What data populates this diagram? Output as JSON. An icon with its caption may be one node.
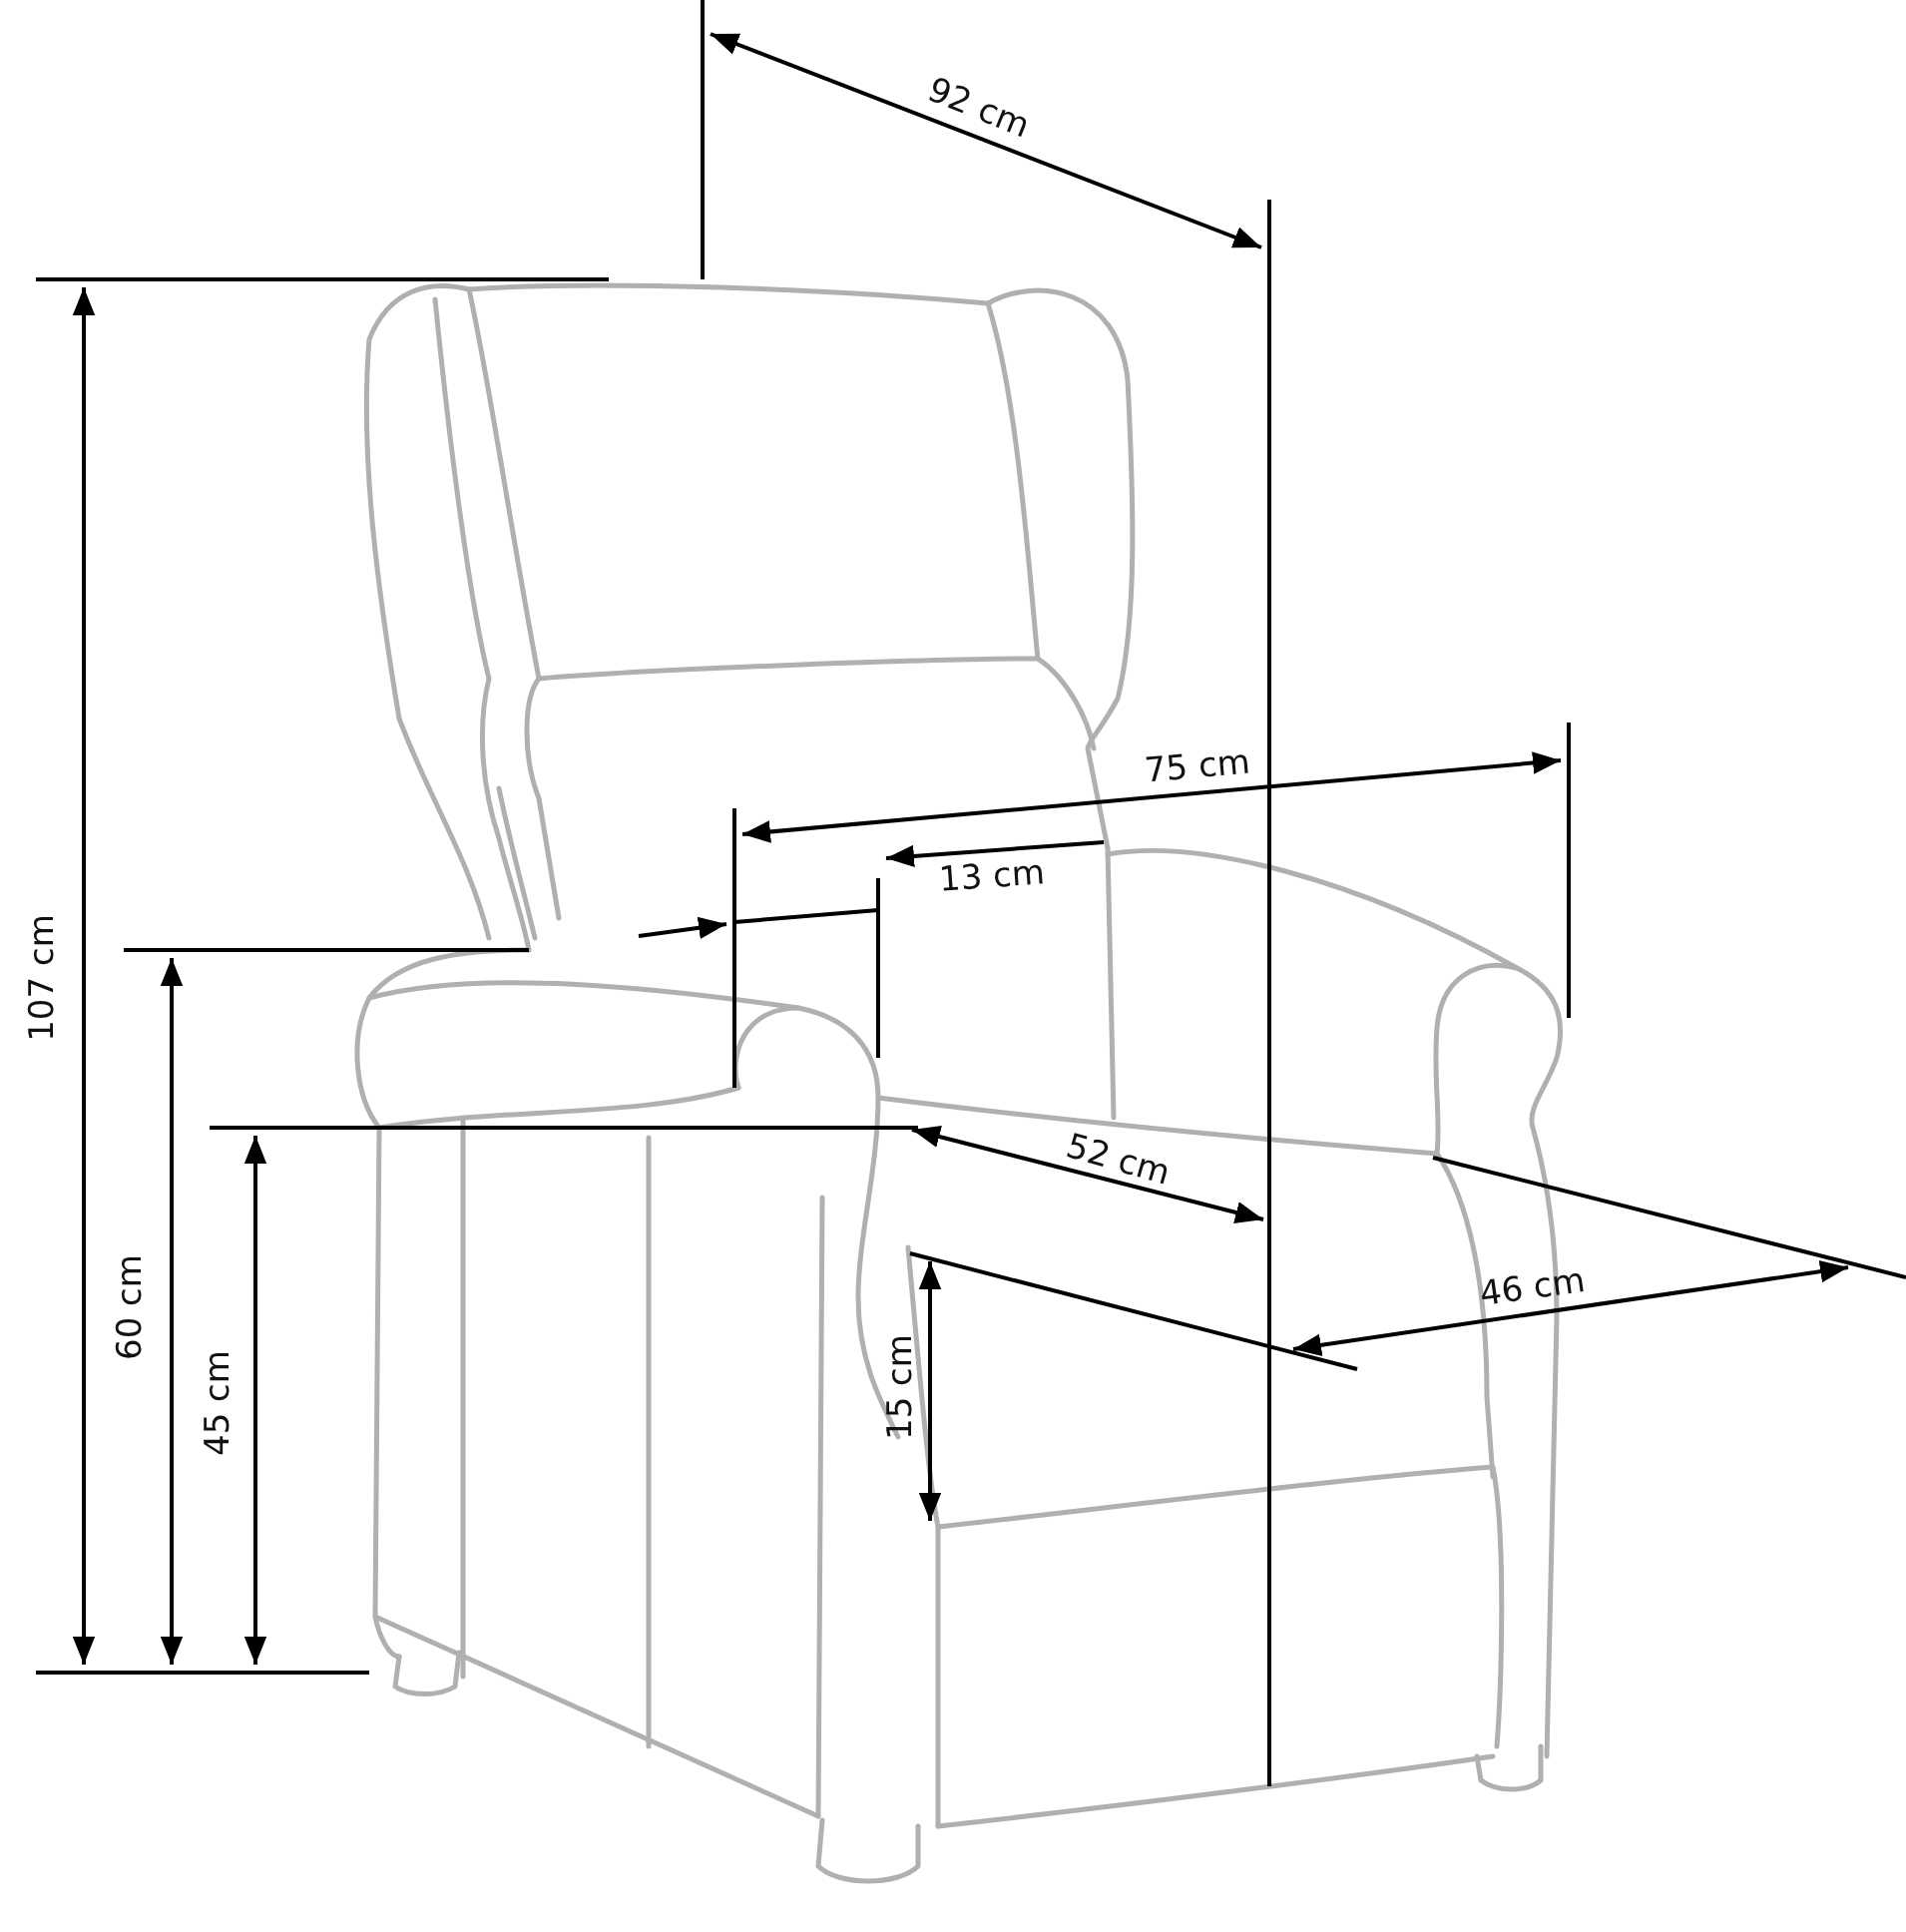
{
  "diagram": {
    "labels": [
      "92 cm",
      "107 cm",
      "75 cm",
      "13 cm",
      "60 cm",
      "45 cm",
      "52 cm",
      "15 cm",
      "46 cm"
    ]
  }
}
